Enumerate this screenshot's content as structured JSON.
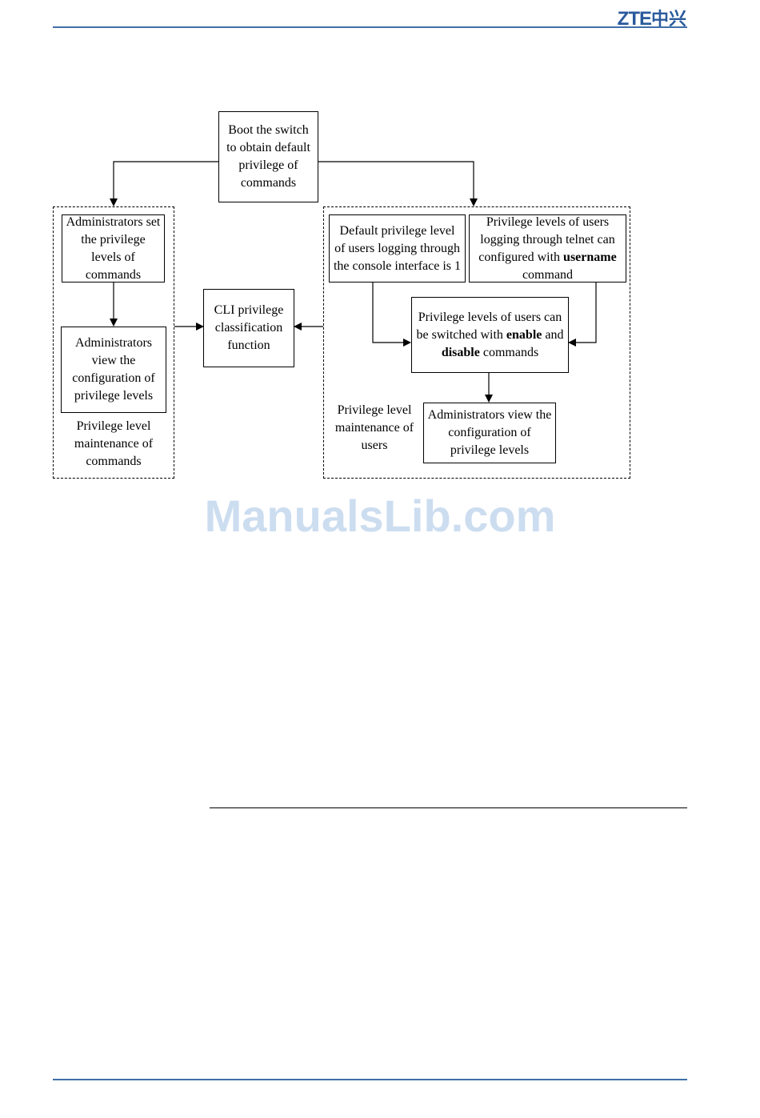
{
  "header": {
    "logo_latin": "ZTE",
    "logo_cn": "中兴"
  },
  "diagram": {
    "boot": "Boot the switch to obtain default privilege of commands",
    "cli": "CLI privilege classification function",
    "left_group": {
      "set_levels": "Administrators set the privilege levels of commands",
      "view_config": "Administrators view the configuration of privilege levels",
      "caption": "Privilege level maintenance of commands"
    },
    "right_group": {
      "default_console": "Default privilege level of users logging through the console interface is 1",
      "telnet_prefix": "Privilege levels of users logging through telnet can configured with ",
      "telnet_bold": "username",
      "telnet_suffix": " command",
      "switch_prefix": "Privilege levels of users can be switched with ",
      "switch_bold1": "enable",
      "switch_mid": " and ",
      "switch_bold2": "disable",
      "switch_suffix": " commands",
      "view_config": "Administrators view the configuration of privilege levels",
      "caption": "Privilege level maintenance of users"
    }
  },
  "watermark": "ManualsLib.com"
}
